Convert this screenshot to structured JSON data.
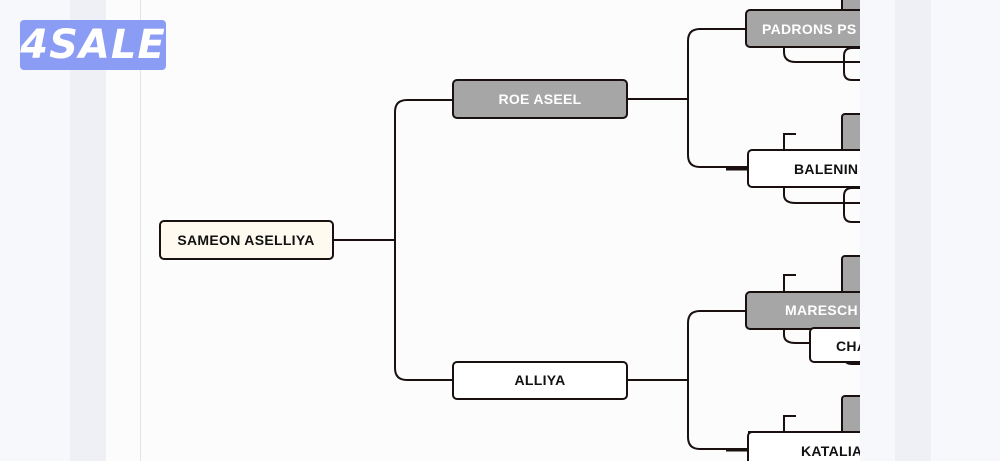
{
  "watermark": {
    "text": "4SALE",
    "color": "#8b9cf5"
  },
  "root": {
    "name": "SAMEON ASELLIYA"
  },
  "parents": [
    {
      "name": "ROE ASEEL",
      "shaded": true
    },
    {
      "name": "ALLIYA",
      "shaded": false
    }
  ],
  "grandparents": [
    {
      "name": "PADRONS PS",
      "shaded": true
    },
    {
      "name": "BALENIN",
      "shaded": false
    },
    {
      "name": "MARESCH",
      "shaded": true
    },
    {
      "name": "CHA",
      "shaded": false
    },
    {
      "name": "KATALIA",
      "shaded": false
    }
  ],
  "colors": {
    "line": "#1a1010",
    "shaded": "#a6a6a6",
    "root_fill": "#fffaf0"
  }
}
